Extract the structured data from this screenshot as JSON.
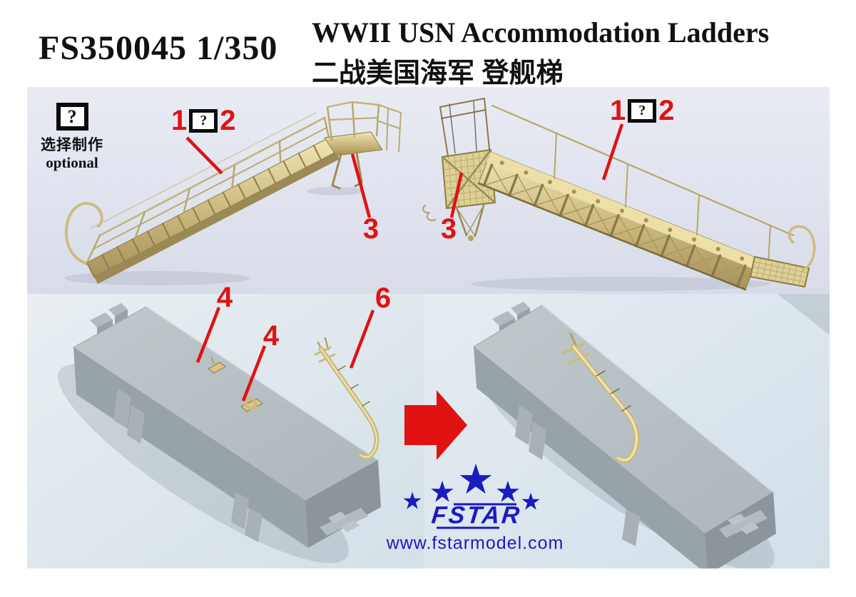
{
  "header": {
    "code": "FS350045",
    "scale": "1/350",
    "title_en": "WWII USN Accommodation Ladders",
    "title_cn": "二战美国海军 登舰梯"
  },
  "optional_badge": {
    "symbol": "?",
    "label_cn": "选择制作",
    "label_en": "optional"
  },
  "callouts": {
    "choice_symbol": "?",
    "part1": "1",
    "part2": "2",
    "part3": "3",
    "part4": "4",
    "part6": "6"
  },
  "footer_logo": {
    "brand": "FSTAR",
    "website": "www.fstarmodel.com",
    "star_glyph": "★"
  },
  "colors": {
    "callout_red": "#e01212",
    "logo_blue": "#1b1bbe",
    "brass": "#cdbb80",
    "resin_gray": "#9aa5ab",
    "text_black": "#111111"
  }
}
